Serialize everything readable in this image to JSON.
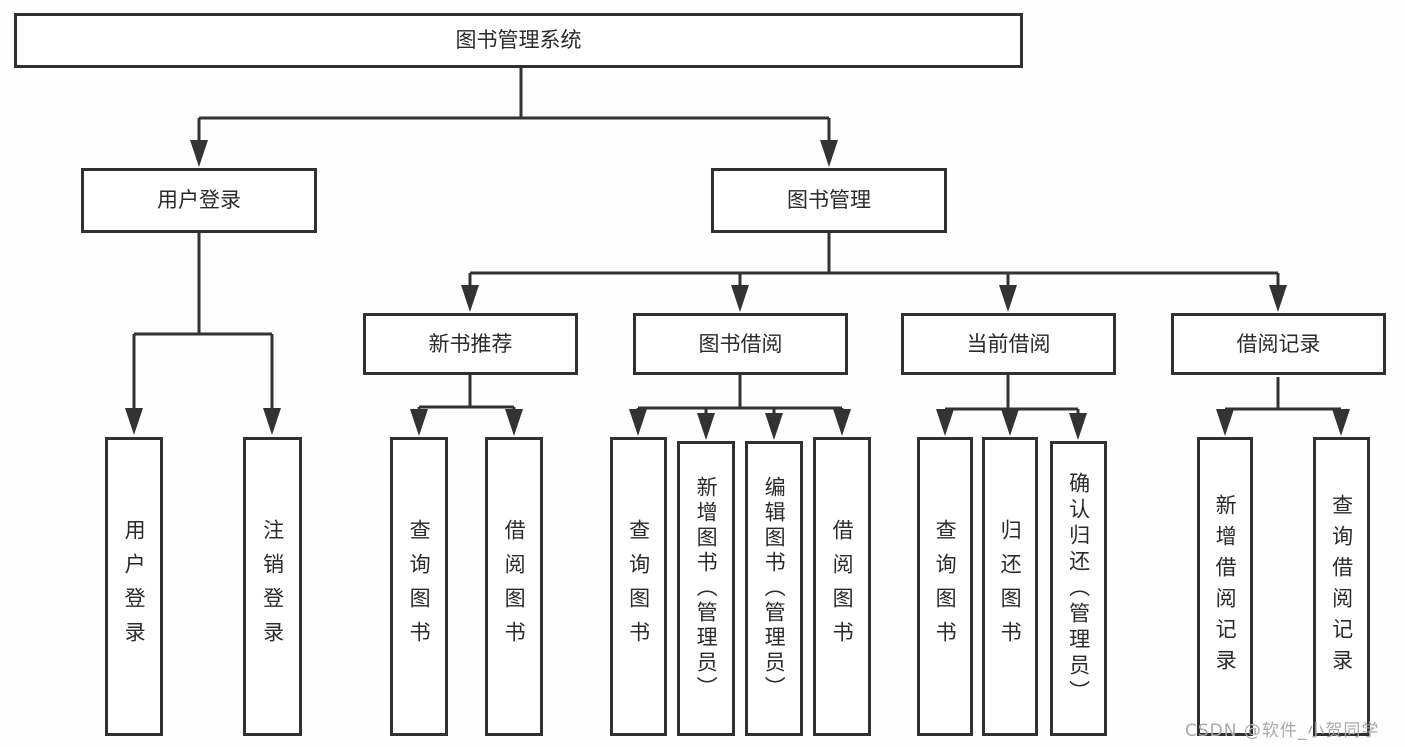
{
  "nodes": {
    "root": "图书管理系统",
    "user_login": "用户登录",
    "book_management": "图书管理",
    "new_books": "新书推荐",
    "book_borrowing": "图书借阅",
    "current_borrowing": "当前借阅",
    "borrowing_records": "借阅记录",
    "login": "用户登录",
    "logout": "注销登录",
    "nb_query_books": "查询图书",
    "nb_borrow_books": "借阅图书",
    "bb_query_books": "查询图书",
    "bb_add_books": "新增图书（管理员）",
    "bb_edit_books": "编辑图书（管理员）",
    "bb_borrow_books": "借阅图书",
    "cb_query_books": "查询图书",
    "cb_return_books": "归还图书",
    "cb_confirm_return": "确认归还（管理员）",
    "br_add_record": "新增借阅记录",
    "br_query_record": "查询借阅记录"
  },
  "watermark": "CSDN @软件_小贺同学",
  "colors": {
    "line": "#333333",
    "box_border": "#303030",
    "text": "#2b2b2b",
    "background": "#fefefe",
    "watermark": "#a9a9a9"
  }
}
